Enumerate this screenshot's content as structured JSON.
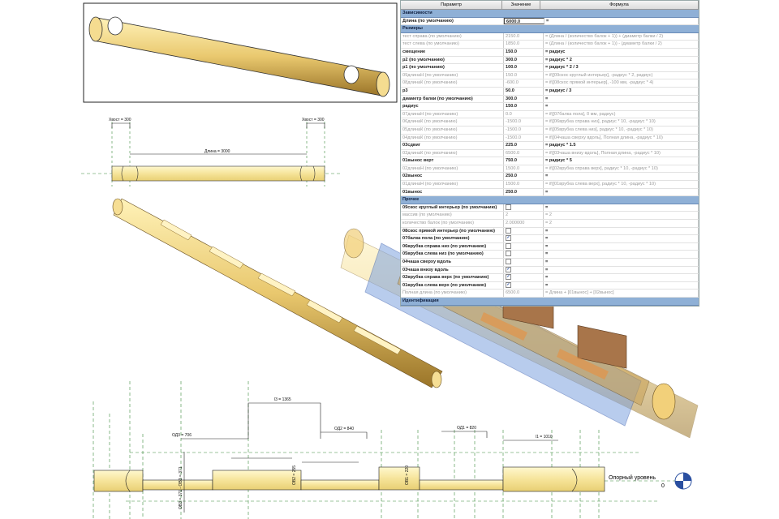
{
  "table": {
    "headers": [
      "Параметр",
      "Значение",
      "Формула"
    ],
    "groups": [
      {
        "name": "Зависимости",
        "rows": [
          {
            "param": "Длина (по умолчанию)",
            "value": "6000.0",
            "formula": "=",
            "style": "b"
          }
        ]
      },
      {
        "name": "Размеры",
        "rows": [
          {
            "param": "тест справа (по умолчанию)",
            "value": "2150.0",
            "formula": "= (Длина / (количество балок + 1)) + (диаметр балки / 2)",
            "style": "dim"
          },
          {
            "param": "тест слева (по умолчанию)",
            "value": "1850.0",
            "formula": "= (Длина / (количество балок + 1)) - (диаметр балки / 2)",
            "style": "dim"
          },
          {
            "param": "смещение",
            "value": "150.0",
            "formula": "= радиус",
            "style": "b"
          },
          {
            "param": "p2 (по умолчанию)",
            "value": "300.0",
            "formula": "= радиус * 2",
            "style": "b"
          },
          {
            "param": "p1 (по умолчанию)",
            "value": "100.0",
            "formula": "= радиус * 2 / 3",
            "style": "b"
          },
          {
            "param": "09длинаН (по умолчанию)",
            "value": "150.0",
            "formula": "= if([09скос круглый интерьер], -радиус * 2, радиус)",
            "style": "dim"
          },
          {
            "param": "08длинаК (по умолчанию)",
            "value": "-600.0",
            "formula": "= if([08скос прямой интерьер], -100 мм, -радиус * 4)",
            "style": "dim"
          },
          {
            "param": "p3",
            "value": "50.0",
            "formula": "= радиус / 3",
            "style": "b"
          },
          {
            "param": "диаметр балки (по умолчанию)",
            "value": "300.0",
            "formula": "=",
            "style": "b"
          },
          {
            "param": "радиус",
            "value": "150.0",
            "formula": "=",
            "style": "b"
          },
          {
            "param": "07длинаН (по умолчанию)",
            "value": "0.0",
            "formula": "= if([07балка пола], 0 мм, радиус)",
            "style": "dim"
          },
          {
            "param": "06длинаК (по умолчанию)",
            "value": "-1500.0",
            "formula": "= if([06врубка справа низ], радиус * 10, -радиус * 10)",
            "style": "dim"
          },
          {
            "param": "05длинаК (по умолчанию)",
            "value": "-1500.0",
            "formula": "= if([05врубка слева низ], радиус * 10, -радиус * 10)",
            "style": "dim"
          },
          {
            "param": "04длинаК (по умолчанию)",
            "value": "-1500.0",
            "formula": "= if([04чаша сверху вдоль], Полная длина, -радиус * 10)",
            "style": "dim"
          },
          {
            "param": "03сдвиг",
            "value": "225.0",
            "formula": "= радиус * 1.5",
            "style": "b"
          },
          {
            "param": "03длинаК (по умолчанию)",
            "value": "6500.0",
            "formula": "= if([03чаша внизу вдоль], Полная длина, -радиус * 10)",
            "style": "dim"
          },
          {
            "param": "01вынос верт",
            "value": "750.0",
            "formula": "= радиус * 5",
            "style": "b"
          },
          {
            "param": "02длинаН (по умолчанию)",
            "value": "1500.0",
            "formula": "= if([02врубка справа верх], радиус * 10, -радиус * 10)",
            "style": "dim"
          },
          {
            "param": "02вынос",
            "value": "250.0",
            "formula": "=",
            "style": "b"
          },
          {
            "param": "01длинаН (по умолчанию)",
            "value": "1500.0",
            "formula": "= if([01врубка слева верх], радиус * 10, -радиус * 10)",
            "style": "dim"
          },
          {
            "param": "01вынос",
            "value": "250.0",
            "formula": "=",
            "style": "b"
          }
        ]
      },
      {
        "name": "Прочее",
        "rows": [
          {
            "param": "09скос круглый интерьер (по умолчанию)",
            "check": false,
            "formula": "=",
            "style": "b"
          },
          {
            "param": "массив (по умолчанию)",
            "value": "2",
            "formula": "= 2",
            "style": "dim"
          },
          {
            "param": "количество балок (по умолчанию)",
            "value": "2.000000",
            "formula": "= 2",
            "style": "dim"
          },
          {
            "param": "08скос прямой интерьер (по умолчанию)",
            "check": false,
            "formula": "=",
            "style": "b"
          },
          {
            "param": "07балка пола (по умолчанию)",
            "check": true,
            "formula": "=",
            "style": "b"
          },
          {
            "param": "06врубка справа низ (по умолчанию)",
            "check": false,
            "formula": "=",
            "style": "b"
          },
          {
            "param": "05врубка слева низ (по умолчанию)",
            "check": false,
            "formula": "=",
            "style": "b"
          },
          {
            "param": "04чаша сверху вдоль",
            "check": false,
            "formula": "=",
            "style": "b"
          },
          {
            "param": "03чаша внизу вдоль",
            "check": true,
            "formula": "=",
            "style": "b"
          },
          {
            "param": "02врубка справа верх (по умолчанию)",
            "check": true,
            "formula": "=",
            "style": "b"
          },
          {
            "param": "01врубка слева верх (по умолчанию)",
            "check": true,
            "formula": "=",
            "style": "b"
          },
          {
            "param": "Полная длина (по умолчанию)",
            "value": "6500.0",
            "formula": "= Длина + [01вынос] + [02вынос]",
            "style": "dim"
          }
        ]
      },
      {
        "name": "Идентификация",
        "rows": []
      }
    ]
  },
  "plan_top": {
    "tail_left": "Хвост = 300",
    "tail_right": "Хвост = 300",
    "length": "Длина = 3000"
  },
  "plan_bottom": {
    "od3": "ОД3 = 706",
    "l3": "l3 = 1365",
    "od2": "ОД2 = 840",
    "od1": "ОД1 = 820",
    "l1": "l1 = 1010",
    "ov3": "ОВ3 = 371 - ОВ3 = 371",
    "ov2": "ОВ2 = 255",
    "ov1": "ОВ1 = 220",
    "level_label": "Опорный уровень",
    "level_value": "0"
  },
  "colors": {
    "wood": "#f3dc8a",
    "wood_dark": "#a8843a",
    "blue": "#7fa3e0",
    "group": "#8fb0d6",
    "dim_line": "#3a8a3a"
  }
}
